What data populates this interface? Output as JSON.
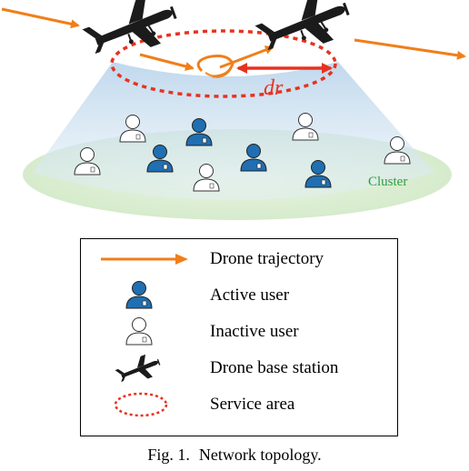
{
  "diagram": {
    "distance_label": "dr",
    "cluster_label": "Cluster",
    "colors": {
      "trajectory": "#f07f1a",
      "service_area": "#e8321f",
      "active_user": "#1f6fb2",
      "cluster_text": "#2e9e3e",
      "coverage": "#bcd6ec",
      "ground": "#d8eccf"
    }
  },
  "legend": {
    "items": [
      {
        "icon": "orange-arrow-icon",
        "label": "Drone trajectory"
      },
      {
        "icon": "active-user-icon",
        "label": "Active user"
      },
      {
        "icon": "inactive-user-icon",
        "label": "Inactive user"
      },
      {
        "icon": "drone-icon",
        "label": "Drone base station"
      },
      {
        "icon": "dashed-ellipse-icon",
        "label": "Service area"
      }
    ]
  },
  "caption": {
    "prefix": "Fig. 1.",
    "text": "Network topology."
  }
}
